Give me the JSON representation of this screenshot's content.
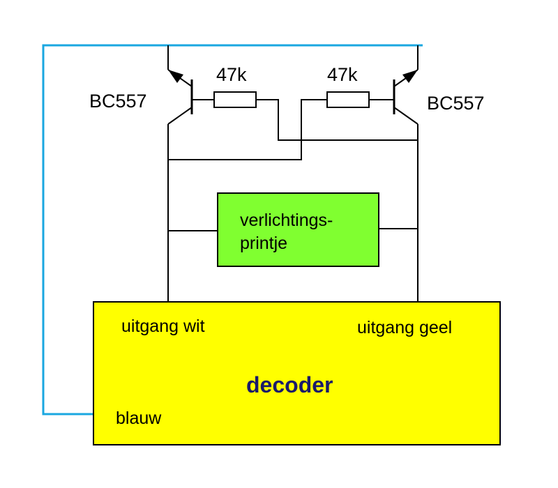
{
  "transistor_left": {
    "label": "BC557"
  },
  "transistor_right": {
    "label": "BC557"
  },
  "resistor_left": {
    "label": "47k"
  },
  "resistor_right": {
    "label": "47k"
  },
  "lighting_board": {
    "line1": "verlichtings-",
    "line2": "printje",
    "color": "#80ff30"
  },
  "decoder": {
    "label": "decoder",
    "output_white": "uitgang wit",
    "output_yellow": "uitgang geel",
    "blue": "blauw",
    "color": "#ffff00"
  },
  "blue_wire_color": "#1aa7e0"
}
